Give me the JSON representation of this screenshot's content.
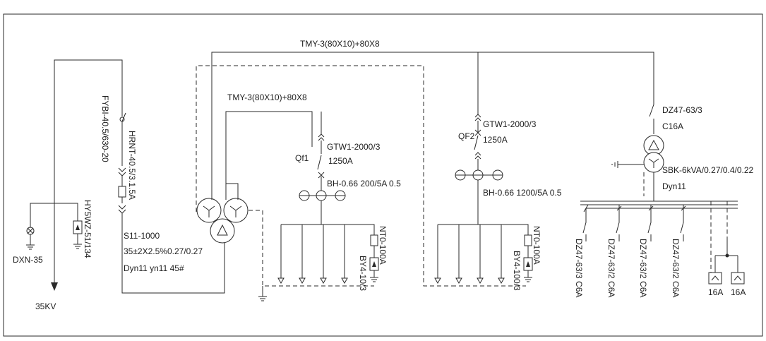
{
  "labels": {
    "busbar_top": "TMY-3(80X10)+80X8",
    "busbar_mid": "TMY-3(80X10)+80X8",
    "fuse_switch": "FYBI-40.5/630-20",
    "fuse": "HRNT-40.5/3.1.5A",
    "arrester": "HY5WZ-51/134",
    "indicator": "DXN-35",
    "incoming": "35KV",
    "transformer_model": "S11-1000",
    "transformer_ratio": "35±2X2.5%0.27/0.27",
    "transformer_group": "Dyn11 yn11 45#",
    "breaker1_name": "Qf1",
    "breaker1_model": "GTW1-2000/3",
    "breaker1_rating": "1250A",
    "ct1": "BH-0.66 200/5A 0.5",
    "fuse1": "NT0-100A",
    "surge1": "BY4-10/3",
    "breaker2_name": "QF2",
    "breaker2_model": "GTW1-2000/3",
    "breaker2_rating": "1250A",
    "ct2": "BH-0.66 1200/5A 0.5",
    "fuse2": "NT0-100A",
    "surge2": "BY4-100/3",
    "aux_breaker_model": "DZ47-63/3",
    "aux_breaker_rating": "C16A",
    "aux_transformer": "SBK-6kVA/0.27/0.4/0.22",
    "aux_transformer_group": "Dyn11",
    "branch1": "DZ47-63/3 C6A",
    "branch2": "DZ47-63/2 C6A",
    "branch3": "DZ47-63/2 C6A",
    "branch4": "DZ47-63/2 C6A",
    "socket1": "16A",
    "socket2": "16A"
  }
}
